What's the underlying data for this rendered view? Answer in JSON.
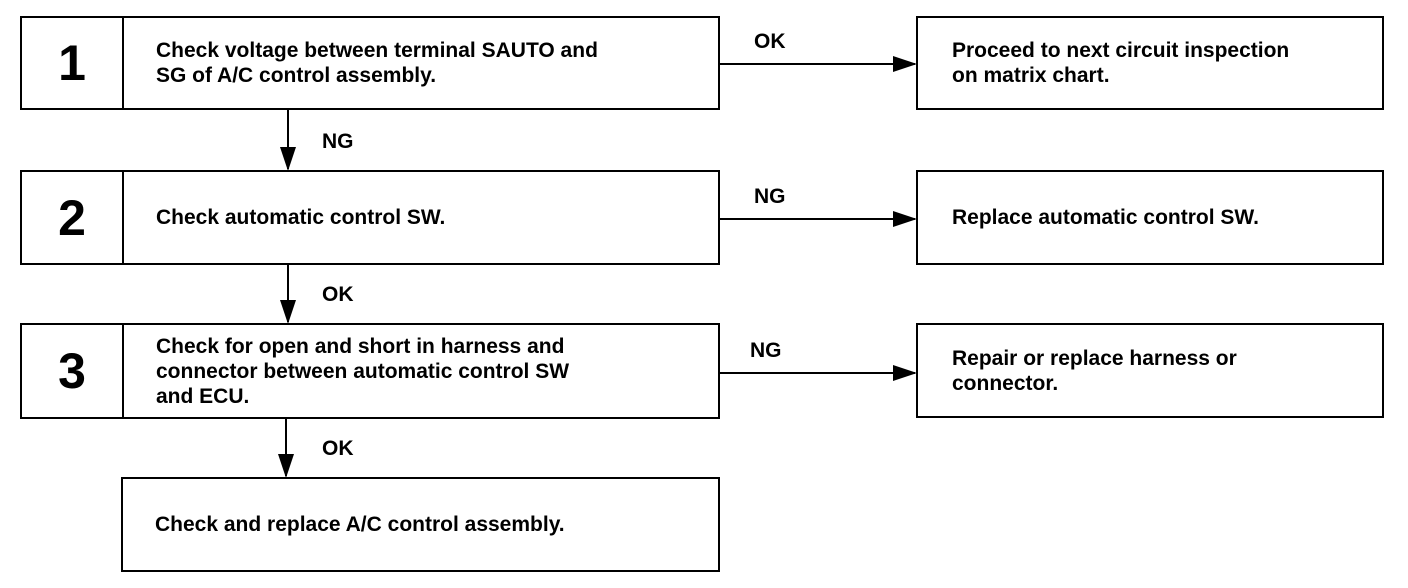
{
  "steps": [
    {
      "number": "1",
      "text": "Check voltage between terminal SAUTO and\nSG of A/C control assembly."
    },
    {
      "number": "2",
      "text": "Check automatic control SW."
    },
    {
      "number": "3",
      "text": "Check for open and short in harness and\nconnector between automatic control SW\nand ECU."
    }
  ],
  "final_step": {
    "text": "Check and replace A/C control assembly."
  },
  "results": [
    {
      "text": "Proceed to next circuit inspection\non matrix chart."
    },
    {
      "text": "Replace automatic control SW."
    },
    {
      "text": "Repair or replace harness or\nconnector."
    }
  ],
  "side_labels": [
    "OK",
    "NG",
    "NG"
  ],
  "down_labels": [
    "NG",
    "OK",
    "OK"
  ]
}
